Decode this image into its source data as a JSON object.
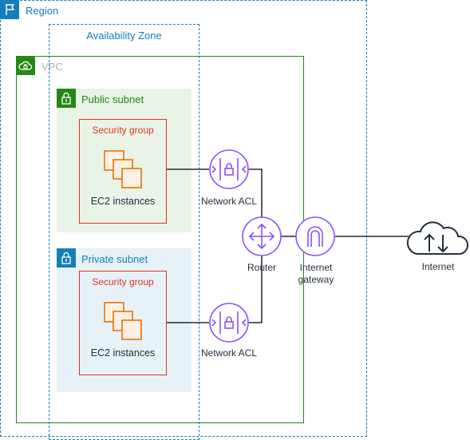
{
  "region": {
    "label": "Region"
  },
  "availability_zone": {
    "label": "Availability Zone"
  },
  "vpc": {
    "label": "VPC"
  },
  "public_subnet": {
    "label": "Public subnet",
    "security_group": {
      "label": "Security group",
      "ec2_label": "EC2 instances"
    }
  },
  "private_subnet": {
    "label": "Private subnet",
    "security_group": {
      "label": "Security group",
      "ec2_label": "EC2 instances"
    }
  },
  "network_acl_public": {
    "label": "Network ACL"
  },
  "network_acl_private": {
    "label": "Network ACL"
  },
  "router": {
    "label": "Router"
  },
  "internet_gateway": {
    "label_line1": "Internet",
    "label_line2": "gateway"
  },
  "internet": {
    "label": "Internet"
  },
  "colors": {
    "region": "#147eba",
    "vpc": "#248814",
    "public_subnet_bg": "#e9f3e6",
    "private_subnet_bg": "#e6f2f8",
    "security_group": "#dd3522",
    "ec2": "#ed7100",
    "network_icon": "#8c4fff",
    "text": "#232f3e",
    "internet_icon": "#232f3e"
  }
}
